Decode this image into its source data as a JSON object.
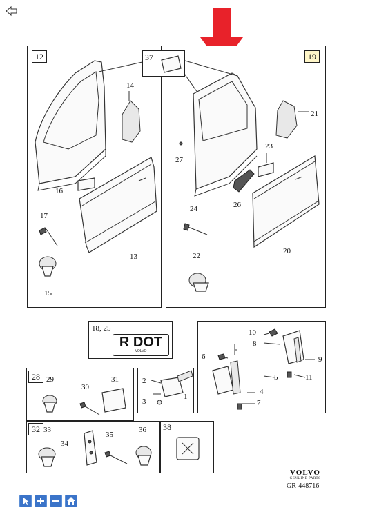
{
  "nav": {
    "back_icon": "back-arrow-icon"
  },
  "panels": {
    "front_door": {
      "tag": "12"
    },
    "rear_door": {
      "tag": "19",
      "highlighted": true,
      "highlight_color": "#fff6c8"
    },
    "trim_panel": {
      "tag": "37"
    },
    "badge": {
      "tag": "18, 25",
      "badge_text": "R DOT",
      "badge_small": "VOLVO"
    },
    "hinges": {},
    "clips_a": {
      "tag": "28"
    },
    "clips_b": {
      "tag": "32"
    },
    "label_38": {
      "tag": "38"
    }
  },
  "callouts": {
    "n14": "14",
    "n16": "16",
    "n17": "17",
    "n13": "13",
    "n15": "15",
    "n21": "21",
    "n23": "23",
    "n27": "27",
    "n24": "24",
    "n26": "26",
    "n20": "20",
    "n22": "22",
    "n10": "10",
    "n8": "8",
    "n9": "9",
    "n6": "6",
    "n5": "5",
    "n11": "11",
    "n4": "4",
    "n7": "7",
    "n2": "2",
    "n3": "3",
    "n1": "1",
    "n29": "29",
    "n30": "30",
    "n31": "31",
    "n33": "33",
    "n34": "34",
    "n35": "35",
    "n36": "36"
  },
  "pointer": {
    "color": "#e8222a",
    "icon": "red-down-arrow-icon"
  },
  "brand": {
    "name": "VOLVO",
    "tagline": "GENUINE PARTS",
    "ref": "GR-448716"
  },
  "toolbar": {
    "buttons": [
      "cursor-icon",
      "zoom-in-icon",
      "zoom-out-icon",
      "home-icon"
    ],
    "color": "#3b74c9"
  }
}
